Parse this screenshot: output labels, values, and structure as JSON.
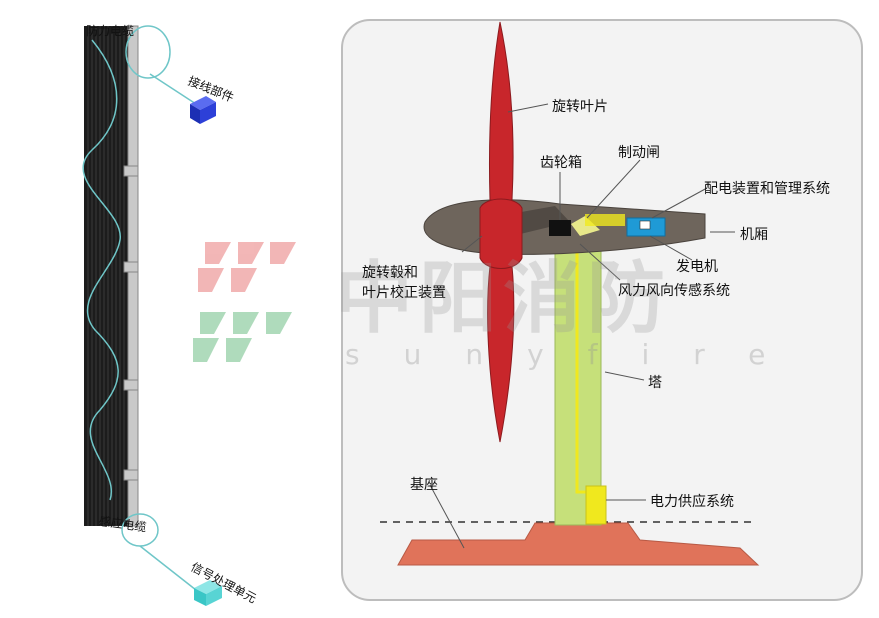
{
  "left_panel": {
    "label_top": "防力电缆",
    "label_connector": "接线部件",
    "label_bottom": "感应电缆",
    "label_signal_unit": "信号处理单元"
  },
  "turbine": {
    "blades": "旋转叶片",
    "gearbox": "齿轮箱",
    "brake": "制动闸",
    "power_mgmt": "配电装置和管理系统",
    "nacelle": "机厢",
    "generator": "发电机",
    "wind_sensor": "风力风向传感系统",
    "hub_line1": "旋转毂和",
    "hub_line2": "叶片校正装置",
    "tower": "塔",
    "base": "基座",
    "power_supply": "电力供应系统"
  },
  "watermark": {
    "cn": "中阳消防",
    "en": "sunyfire"
  },
  "colors": {
    "blade_red": "#c8262b",
    "nacelle_gray": "#6e655c",
    "tower_green": "#c6e07a",
    "base_orange": "#e0735a",
    "cable_yellow": "#f0e81e",
    "panel_bg": "#f3f3f3"
  }
}
